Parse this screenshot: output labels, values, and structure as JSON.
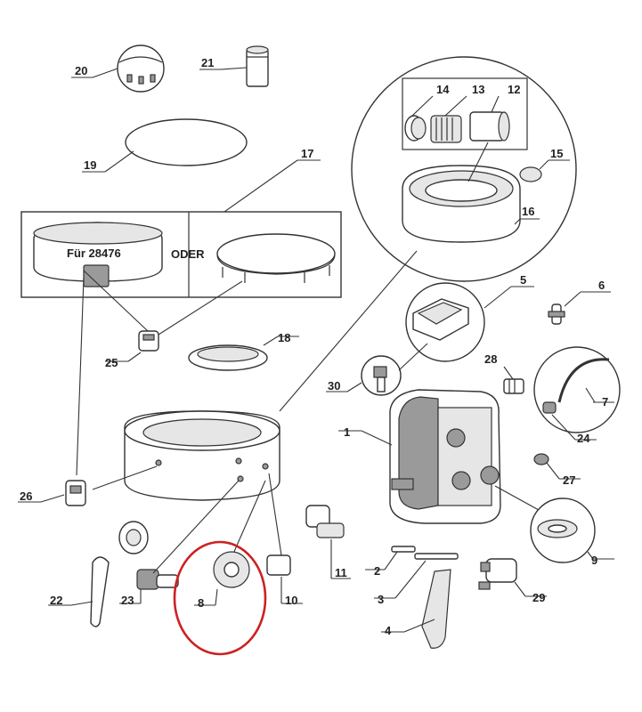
{
  "parts": [
    {
      "id": "1",
      "label": "1"
    },
    {
      "id": "2",
      "label": "2"
    },
    {
      "id": "3",
      "label": "3"
    },
    {
      "id": "4",
      "label": "4"
    },
    {
      "id": "5",
      "label": "5"
    },
    {
      "id": "6",
      "label": "6"
    },
    {
      "id": "7",
      "label": "7"
    },
    {
      "id": "8",
      "label": "8"
    },
    {
      "id": "9",
      "label": "9"
    },
    {
      "id": "10",
      "label": "10"
    },
    {
      "id": "11",
      "label": "11"
    },
    {
      "id": "12",
      "label": "12"
    },
    {
      "id": "13",
      "label": "13"
    },
    {
      "id": "14",
      "label": "14"
    },
    {
      "id": "15",
      "label": "15"
    },
    {
      "id": "16",
      "label": "16"
    },
    {
      "id": "17",
      "label": "17"
    },
    {
      "id": "18",
      "label": "18"
    },
    {
      "id": "19",
      "label": "19"
    },
    {
      "id": "20",
      "label": "20"
    },
    {
      "id": "21",
      "label": "21"
    },
    {
      "id": "22",
      "label": "22"
    },
    {
      "id": "23",
      "label": "23"
    },
    {
      "id": "24",
      "label": "24"
    },
    {
      "id": "25",
      "label": "25"
    },
    {
      "id": "26",
      "label": "26"
    },
    {
      "id": "27",
      "label": "27"
    },
    {
      "id": "28",
      "label": "28"
    },
    {
      "id": "29",
      "label": "29"
    },
    {
      "id": "30",
      "label": "30"
    }
  ],
  "cover_box": {
    "model_text": "Für 28476",
    "or_text": "ODER"
  },
  "highlight": {
    "part": "8",
    "color": "#cc2222"
  }
}
